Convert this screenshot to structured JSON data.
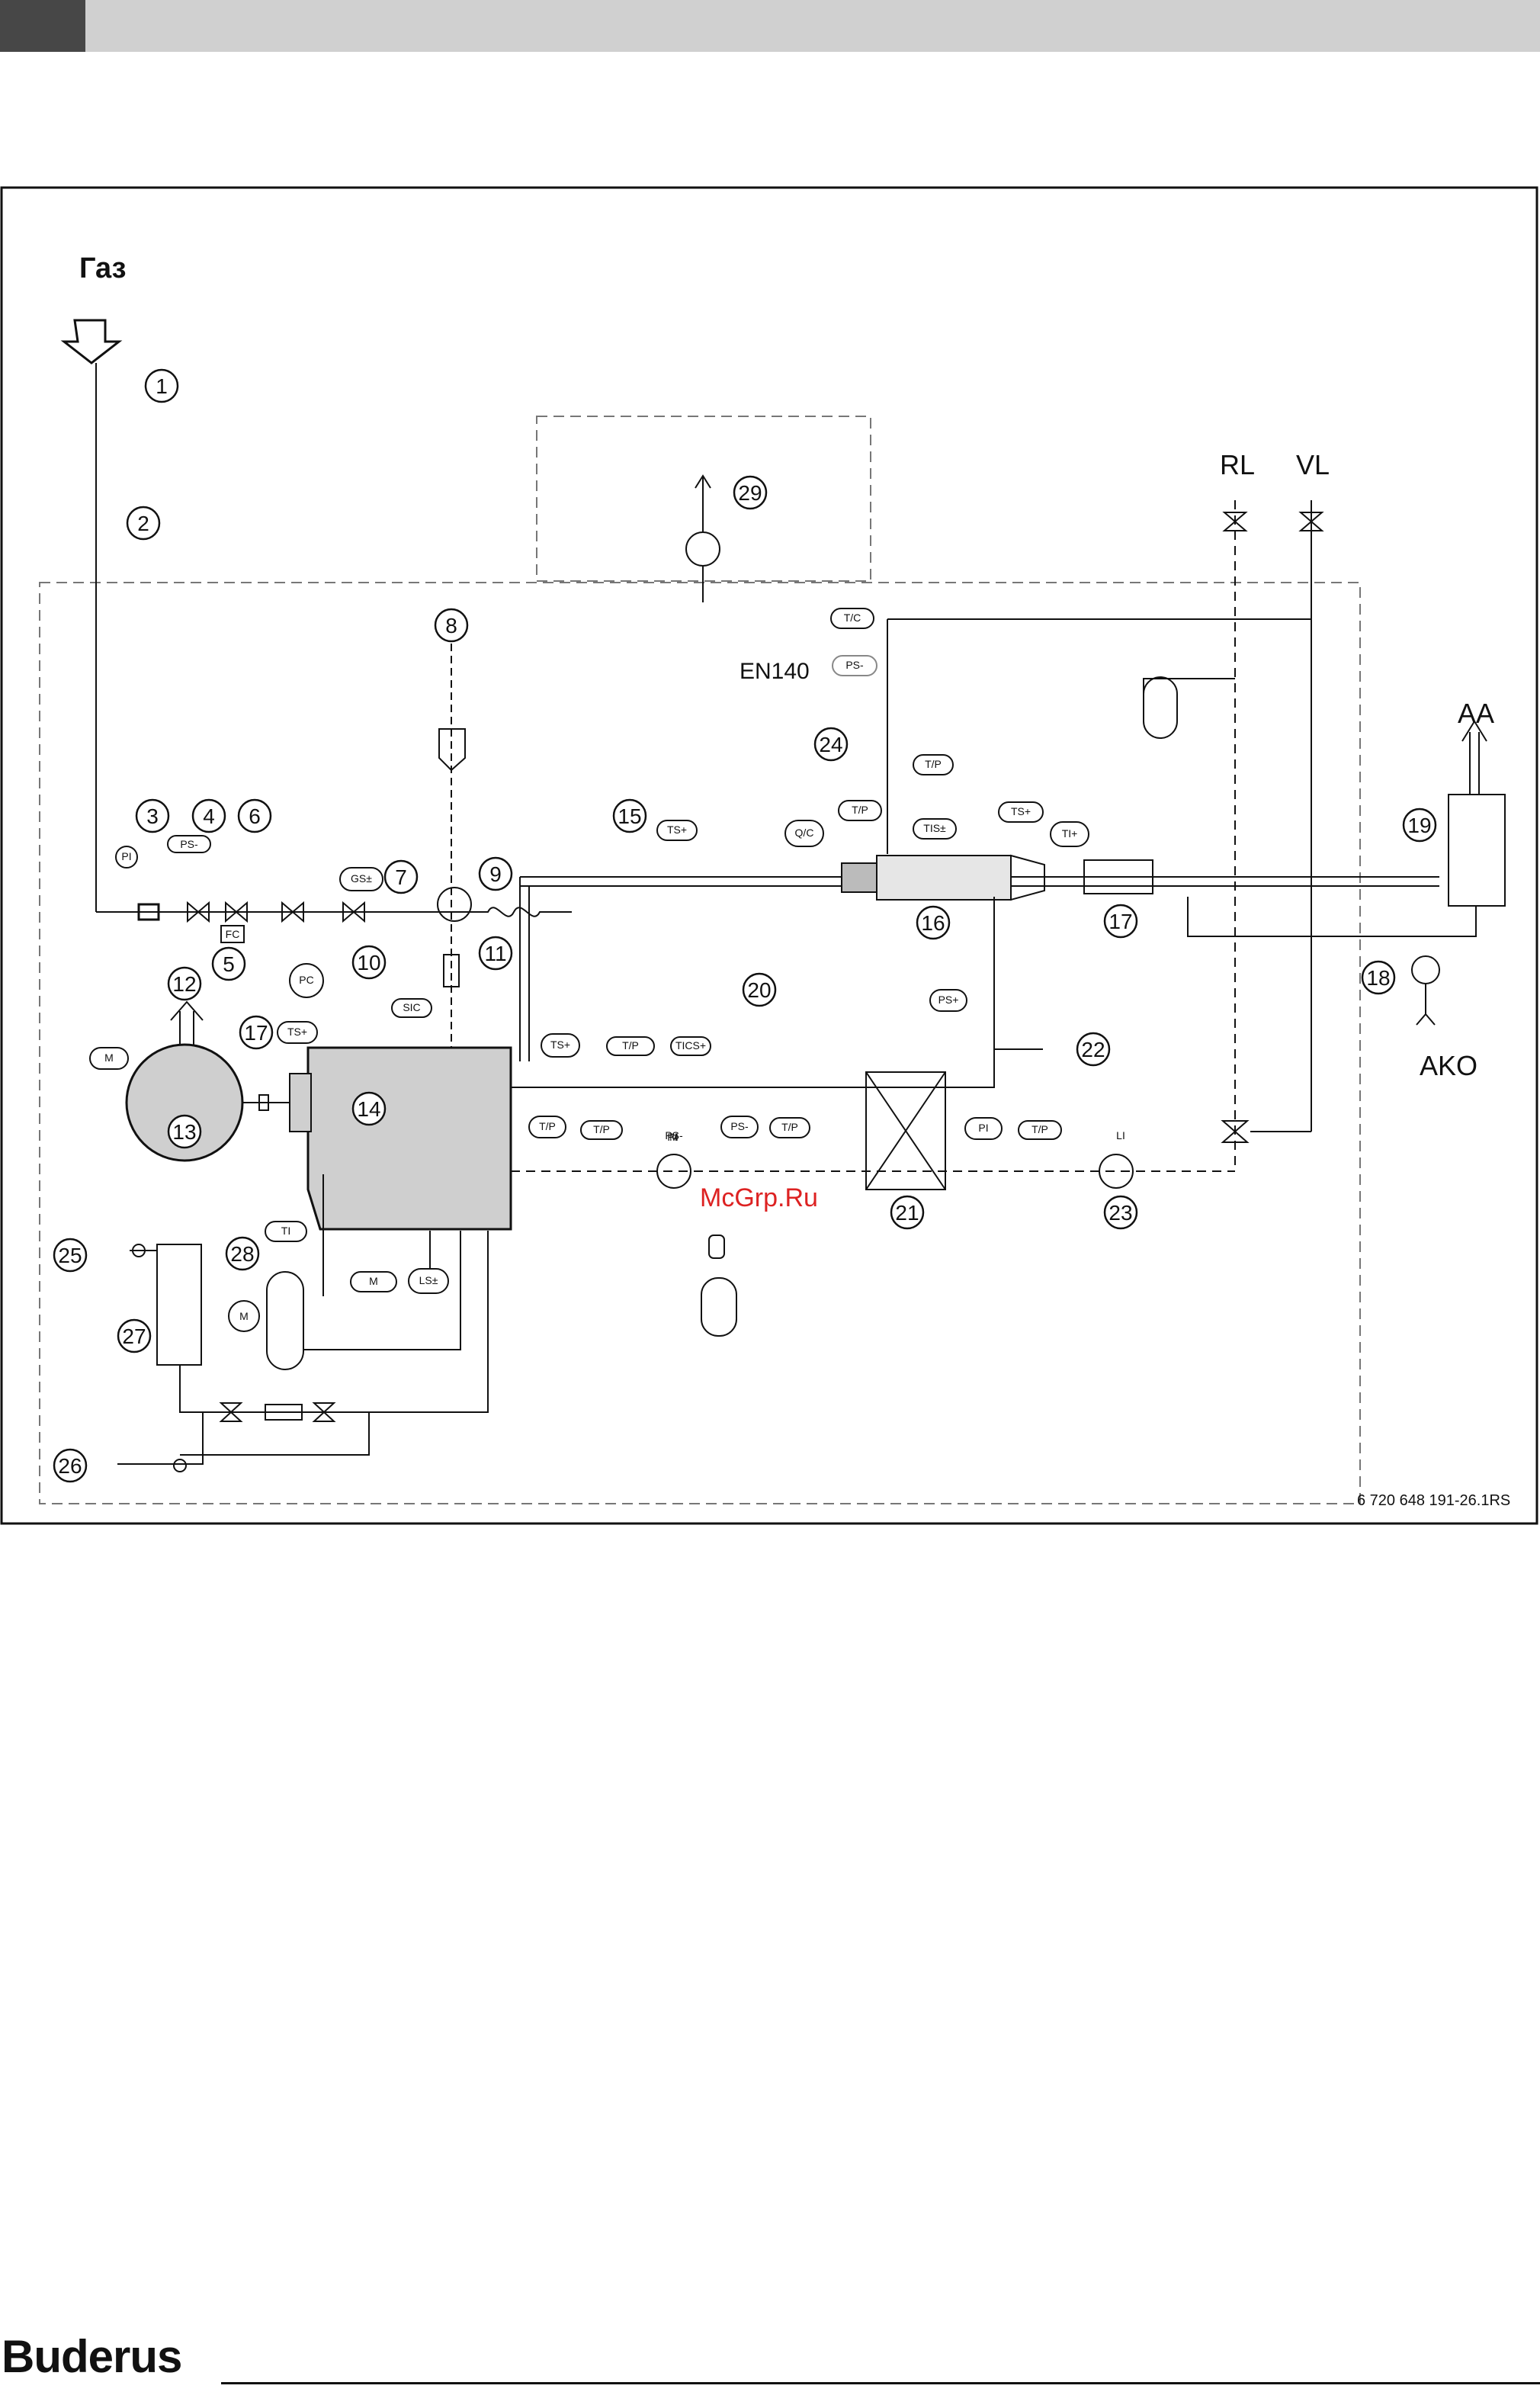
{
  "header": {
    "band_color": "#d0d0d0",
    "tab_color": "#474747"
  },
  "diagram": {
    "inlet_gas": "Газ",
    "return_label": "RL",
    "flow_label": "VL",
    "exhaust_label": "AA",
    "condensate_label": "AKO",
    "norm_label": "EN140",
    "drawing_code": "6 720 648 191-26.1RS",
    "watermark": "McGrp.Ru",
    "callouts": [
      "1",
      "2",
      "3",
      "4",
      "5",
      "6",
      "7",
      "8",
      "9",
      "10",
      "11",
      "12",
      "13",
      "14",
      "15",
      "16",
      "17",
      "17",
      "18",
      "19",
      "20",
      "21",
      "22",
      "23",
      "24",
      "25",
      "26",
      "27",
      "28",
      "29"
    ],
    "instruments": [
      "PI",
      "PS-",
      "FC",
      "PC",
      "GS±",
      "M",
      "TS+",
      "SIC",
      "TS+",
      "T/P",
      "TICS+",
      "TS+",
      "Q/C",
      "T/P",
      "TIS±",
      "TS+",
      "TI+",
      "T/P",
      "T/C",
      "PS-",
      "PS+",
      "T/P",
      "T/P",
      "PS-",
      "T/P",
      "PI",
      "T/P",
      "TI",
      "M",
      "M",
      "LS±",
      "LI",
      "PS-",
      "PI",
      "M"
    ]
  },
  "footer": {
    "brand": "Buderus"
  }
}
